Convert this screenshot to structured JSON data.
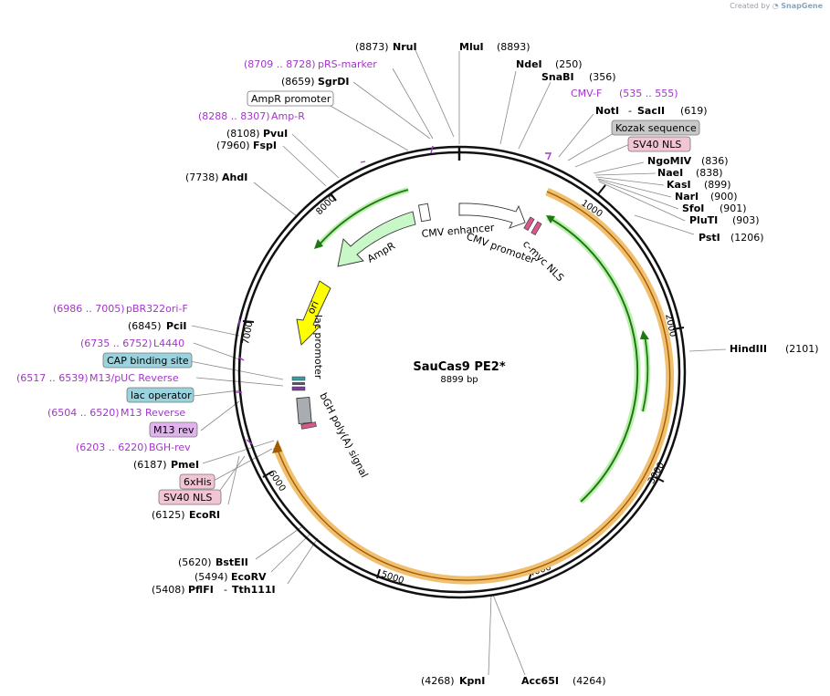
{
  "credit": {
    "text": "Created by",
    "brand": "SnapGene"
  },
  "plasmid": {
    "name": "SauCas9 PE2*",
    "length": "8899 bp"
  },
  "ticks": [
    "1000",
    "2000",
    "3000",
    "4000",
    "5000",
    "6000",
    "7000",
    "8000"
  ],
  "features": {
    "cmv_enhancer": "CMV enhancer",
    "cmv_promoter": "CMV promoter",
    "cmyc_nls": "c-myc NLS",
    "ampr": "AmpR",
    "ori": "ori",
    "lac_promoter": "lac promoter",
    "bgh": "bGH poly(A) signal"
  },
  "sites": {
    "nrui": {
      "pos": "(8873)",
      "name": "NruI"
    },
    "mlui": {
      "name": "MluI",
      "pos": "(8893)"
    },
    "ndei": {
      "name": "NdeI",
      "pos": "(250)"
    },
    "snabi": {
      "name": "SnaBI",
      "pos": "(356)"
    },
    "cmvf": {
      "name": "CMV-F",
      "pos": "(535 .. 555)"
    },
    "noti": {
      "name": "NotI",
      "sep": "-",
      "name2": "SacII",
      "pos": "(619)"
    },
    "kozak": {
      "name": "Kozak sequence"
    },
    "sv40nls_top": {
      "name": "SV40 NLS"
    },
    "ngomiv": {
      "name": "NgoMIV",
      "pos": "(836)"
    },
    "naei": {
      "name": "NaeI",
      "pos": "(838)"
    },
    "kasi": {
      "name": "KasI",
      "pos": "(899)"
    },
    "nari": {
      "name": "NarI",
      "pos": "(900)"
    },
    "sfoi": {
      "name": "SfoI",
      "pos": "(901)"
    },
    "pluti": {
      "name": "PluTI",
      "pos": "(903)"
    },
    "psti": {
      "name": "PstI",
      "pos": "(1206)"
    },
    "hindiii": {
      "name": "HindIII",
      "pos": "(2101)"
    },
    "kpni": {
      "pos": "(4268)",
      "name": "KpnI"
    },
    "acc65i": {
      "name": "Acc65I",
      "pos": "(4264)"
    },
    "pflfi": {
      "pos": "(5408)",
      "name": "PflFI",
      "sep": "-",
      "name2": "Tth111I"
    },
    "ecorv": {
      "pos": "(5494)",
      "name": "EcoRV"
    },
    "bsteii": {
      "pos": "(5620)",
      "name": "BstEII"
    },
    "ecori": {
      "pos": "(6125)",
      "name": "EcoRI"
    },
    "sv40nls_bot": {
      "name": "SV40 NLS"
    },
    "his6": {
      "name": "6xHis"
    },
    "pmei": {
      "pos": "(6187)",
      "name": "PmeI"
    },
    "bghrev": {
      "pos": "(6203 .. 6220)",
      "name": "BGH-rev"
    },
    "m13rev": {
      "name": "M13 rev"
    },
    "m13reverse": {
      "pos": "(6504 .. 6520)",
      "name": "M13 Reverse"
    },
    "lacop": {
      "name": "lac operator"
    },
    "m13puc": {
      "pos": "(6517 .. 6539)",
      "name": "M13/pUC Reverse"
    },
    "cap": {
      "name": "CAP binding site"
    },
    "l4440": {
      "pos": "(6735 .. 6752)",
      "name": "L4440"
    },
    "pcii": {
      "pos": "(6845)",
      "name": "PciI"
    },
    "pbr322": {
      "pos": "(6986 .. 7005)",
      "name": "pBR322ori-F"
    },
    "ahdi": {
      "pos": "(7738)",
      "name": "AhdI"
    },
    "fspi": {
      "pos": "(7960)",
      "name": "FspI"
    },
    "pvui": {
      "pos": "(8108)",
      "name": "PvuI"
    },
    "ampr_r": {
      "pos": "(8288 .. 8307)",
      "name": "Amp-R"
    },
    "ampr_prom": {
      "name": "AmpR promoter"
    },
    "sgrdi": {
      "pos": "(8659)",
      "name": "SgrDI"
    },
    "prs": {
      "pos": "(8709 .. 8728)",
      "name": "pRS-marker"
    }
  },
  "colors": {
    "backbone": "#111111",
    "cas9_orange": "#f0a040",
    "cas9_green": "#2e9e1a",
    "ampr_fill": "#c8f7c8",
    "ori_fill": "#ffff00",
    "primer": "#a335c9",
    "kozak_box": "#c8c8c8",
    "nls_box": "#f2c4d4",
    "lacop_box": "#9ad3de",
    "m13_box": "#e1b3ee"
  }
}
